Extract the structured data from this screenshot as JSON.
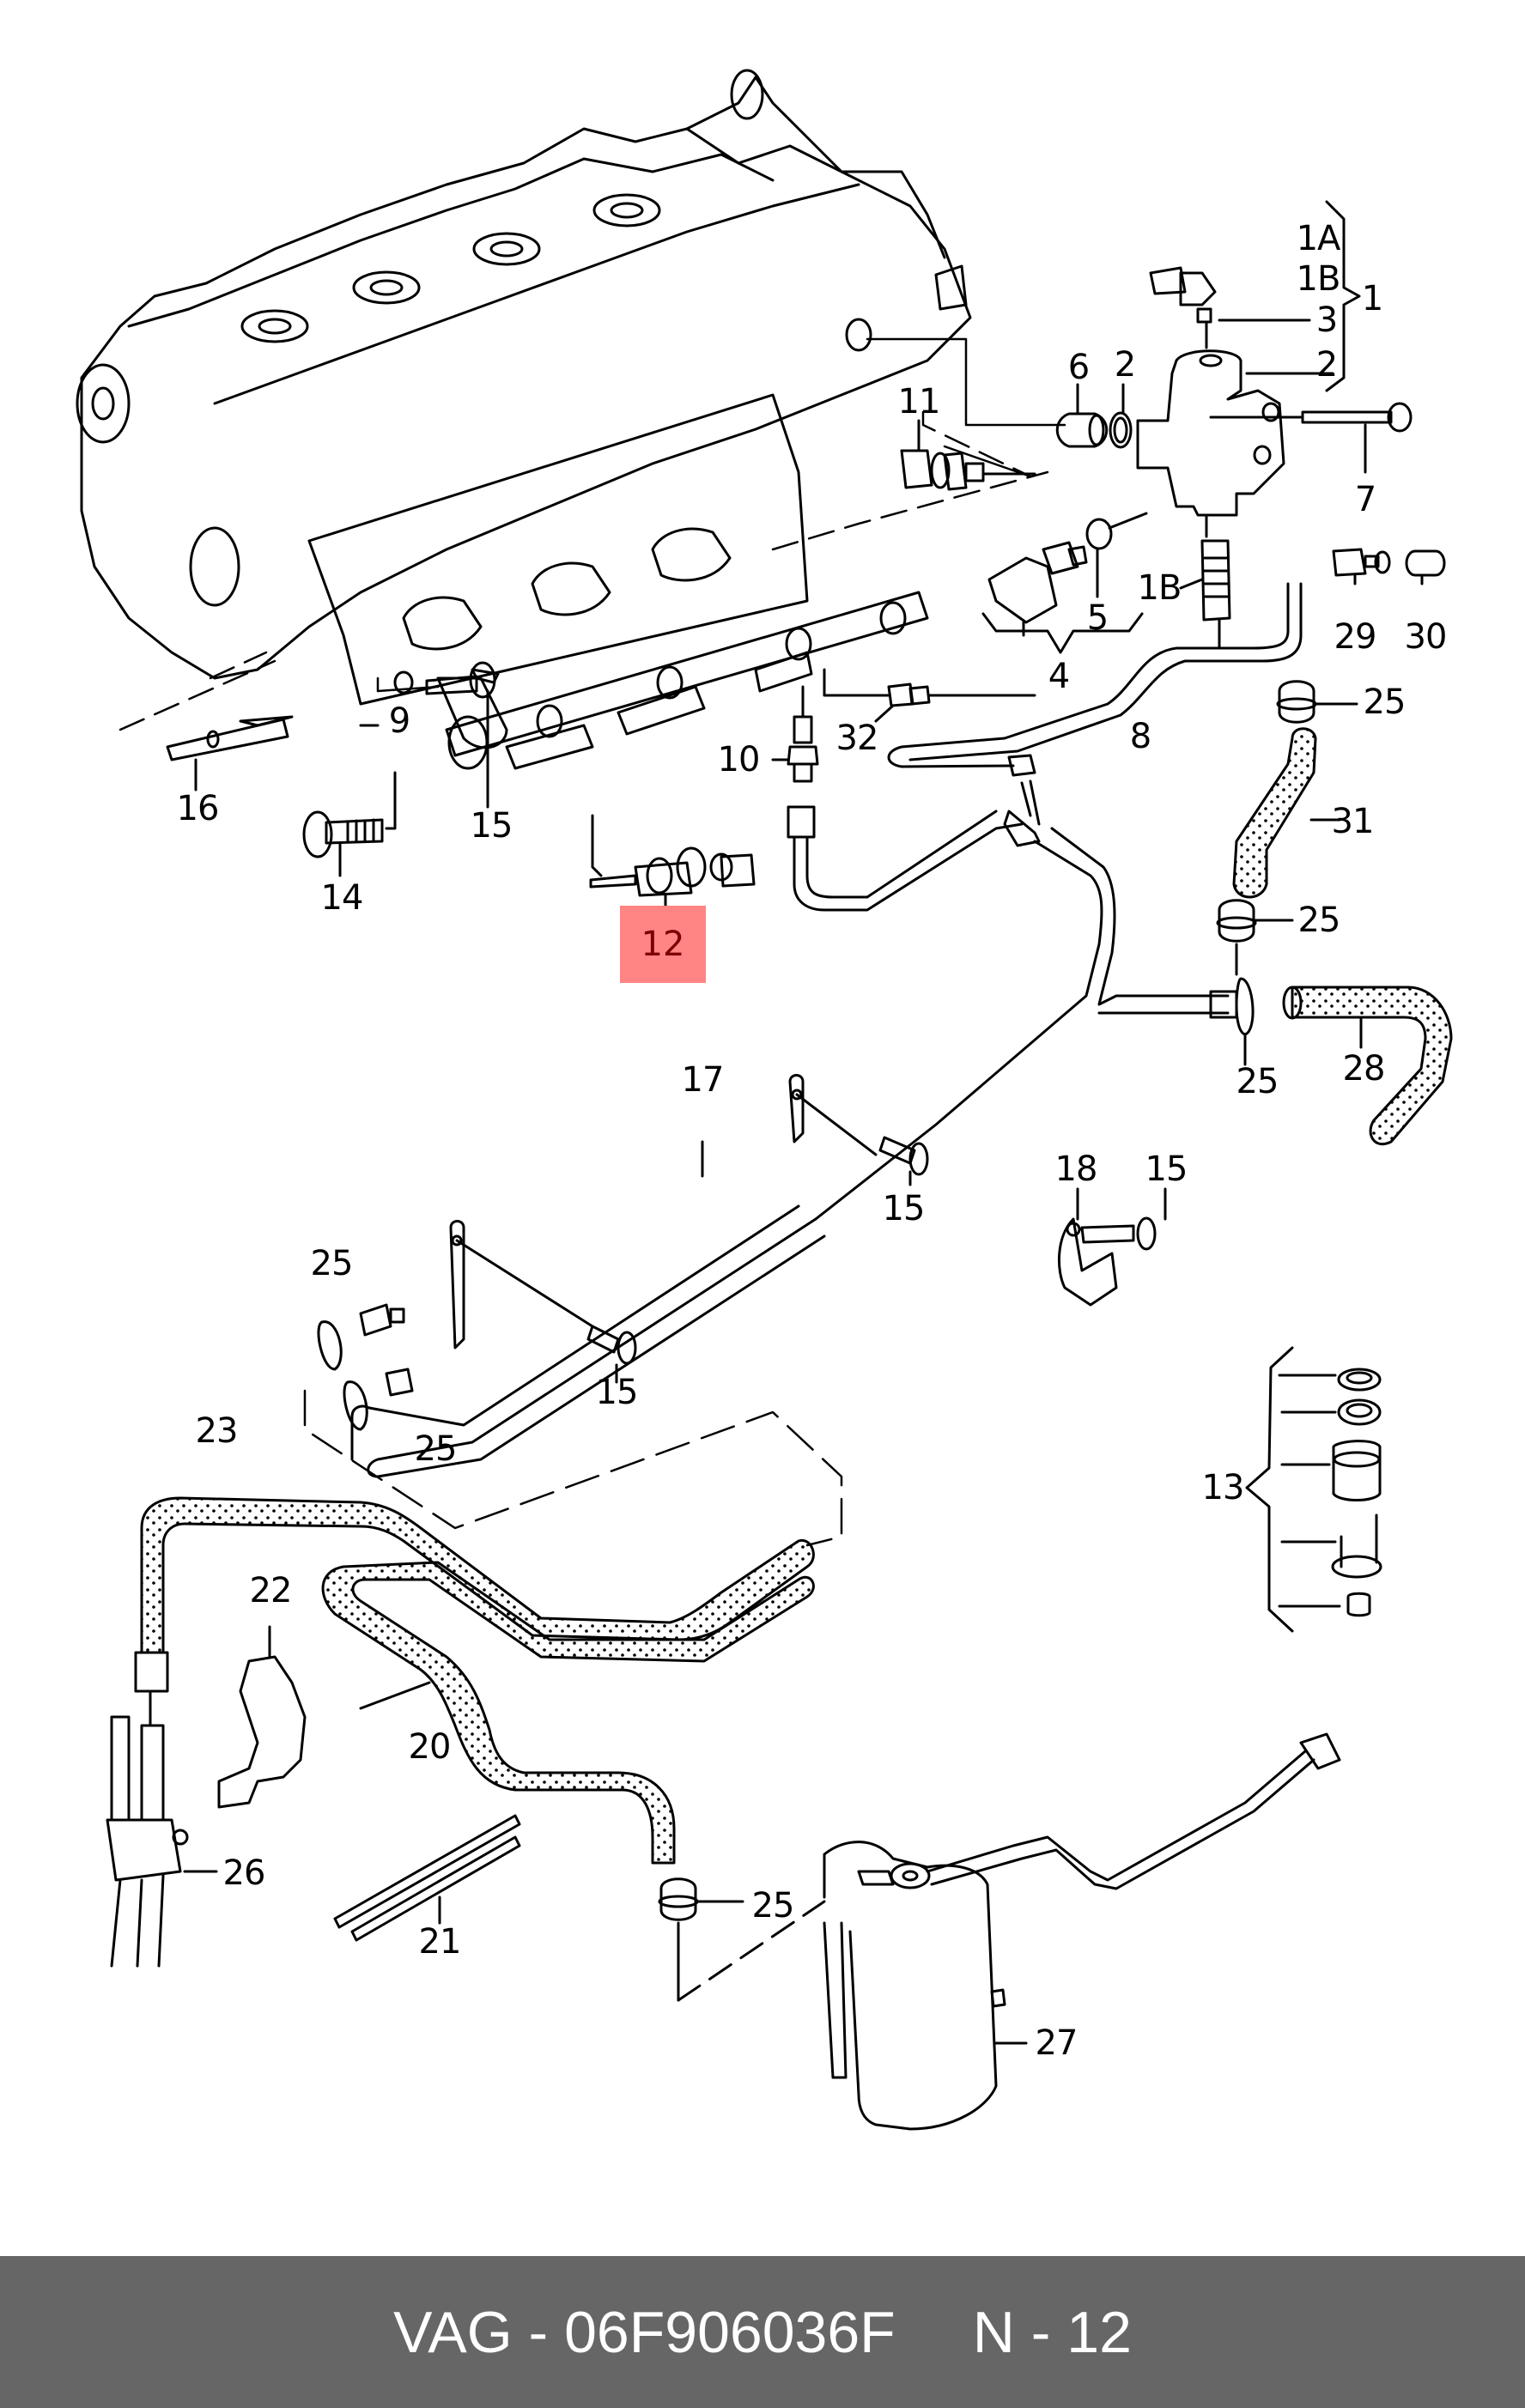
{
  "diagram": {
    "title": "Exploded parts diagram — fuel injection / high-pressure pump and EVAP system",
    "highlighted_part": "12",
    "highlight_color": "#ff8484",
    "callouts": [
      {
        "id": "c-1A",
        "text": "1A"
      },
      {
        "id": "c-1B-top",
        "text": "1B"
      },
      {
        "id": "c-1",
        "text": "1"
      },
      {
        "id": "c-3",
        "text": "3"
      },
      {
        "id": "c-2-right",
        "text": "2"
      },
      {
        "id": "c-6",
        "text": "6"
      },
      {
        "id": "c-2-left",
        "text": "2"
      },
      {
        "id": "c-7",
        "text": "7"
      },
      {
        "id": "c-11",
        "text": "11"
      },
      {
        "id": "c-1B-low",
        "text": "1B"
      },
      {
        "id": "c-5",
        "text": "5"
      },
      {
        "id": "c-4",
        "text": "4"
      },
      {
        "id": "c-29",
        "text": "29"
      },
      {
        "id": "c-30",
        "text": "30"
      },
      {
        "id": "c-25-a",
        "text": "25"
      },
      {
        "id": "c-8",
        "text": "8"
      },
      {
        "id": "c-32",
        "text": "32"
      },
      {
        "id": "c-10",
        "text": "10"
      },
      {
        "id": "c-9",
        "text": "9"
      },
      {
        "id": "c-16",
        "text": "16"
      },
      {
        "id": "c-15-a",
        "text": "15"
      },
      {
        "id": "c-14",
        "text": "14"
      },
      {
        "id": "c-31",
        "text": "31"
      },
      {
        "id": "c-25-b",
        "text": "25"
      },
      {
        "id": "c-12",
        "text": "12"
      },
      {
        "id": "c-25-c",
        "text": "25"
      },
      {
        "id": "c-28",
        "text": "28"
      },
      {
        "id": "c-17",
        "text": "17"
      },
      {
        "id": "c-15-b",
        "text": "15"
      },
      {
        "id": "c-18",
        "text": "18"
      },
      {
        "id": "c-15-c",
        "text": "15"
      },
      {
        "id": "c-25-d",
        "text": "25"
      },
      {
        "id": "c-15-d",
        "text": "15"
      },
      {
        "id": "c-25-e",
        "text": "25"
      },
      {
        "id": "c-13",
        "text": "13"
      },
      {
        "id": "c-23",
        "text": "23"
      },
      {
        "id": "c-22",
        "text": "22"
      },
      {
        "id": "c-20",
        "text": "20"
      },
      {
        "id": "c-26",
        "text": "26"
      },
      {
        "id": "c-21",
        "text": "21"
      },
      {
        "id": "c-25-f",
        "text": "25"
      },
      {
        "id": "c-27",
        "text": "27"
      }
    ]
  },
  "footer": {
    "brand": "VAG",
    "separator": "-",
    "part_number": "06F906036F",
    "position_label": "N",
    "position_number": "12"
  }
}
